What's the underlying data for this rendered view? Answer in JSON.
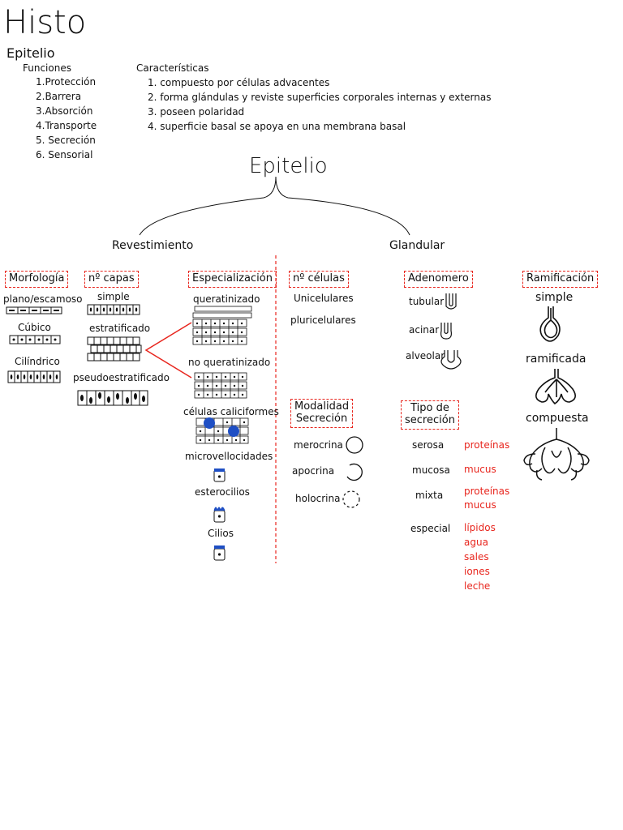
{
  "title": "Histo",
  "section": "Epitelio",
  "funciones": {
    "heading": "Funciones",
    "items": [
      "1.Protección",
      "2.Barrera",
      "3.Absorción",
      "4.Transporte",
      "5. Secreción",
      "6. Sensorial"
    ]
  },
  "caracteristicas": {
    "heading": "Características",
    "items": [
      "1. compuesto por células advacentes",
      "2. forma glándulas y reviste superficies corporales internas y externas",
      "3. poseen polaridad",
      "4. superficie basal se apoya en una membrana basal"
    ]
  },
  "diagram": {
    "root": "Epitelio",
    "left_branch": "Revestimiento",
    "right_branch": "Glandular"
  },
  "revestimiento": {
    "morfologia": {
      "label": "Morfología",
      "items": [
        "plano/escamoso",
        "Cúbico",
        "Cilíndrico"
      ]
    },
    "capas": {
      "label": "nº capas",
      "items": [
        "simple",
        "estratificado",
        "pseudoestratificado"
      ]
    },
    "especializacion": {
      "label": "Especialización",
      "items": [
        "queratinizado",
        "no queratinizado",
        "células caliciformes",
        "microvellocidades",
        "esterocilios",
        "Cilios"
      ]
    }
  },
  "glandular": {
    "celulas": {
      "label": "nº células",
      "items": [
        "Unicelulares",
        "pluricelulares"
      ]
    },
    "adenomero": {
      "label": "Adenomero",
      "items": [
        "tubular",
        "acinar",
        "alveolar"
      ]
    },
    "ramificacion": {
      "label": "Ramificación",
      "items": [
        "simple",
        "ramificada",
        "compuesta"
      ]
    },
    "modalidad": {
      "label_line1": "Modalidad",
      "label_line2": "Secreción",
      "items": [
        "merocrina",
        "apocrina",
        "holocrina"
      ]
    },
    "tipo": {
      "label_line1": "Tipo de",
      "label_line2": "secreción",
      "rows": [
        {
          "name": "serosa",
          "values": [
            "proteínas"
          ]
        },
        {
          "name": "mucosa",
          "values": [
            "mucus"
          ]
        },
        {
          "name": "mixta",
          "values": [
            "proteínas",
            "mucus"
          ]
        },
        {
          "name": "especial",
          "values": [
            "lípidos",
            "agua",
            "sales",
            "iones",
            "leche"
          ]
        }
      ]
    }
  },
  "colors": {
    "accent_red": "#e8261e",
    "cell_blue": "#1f4fc4",
    "ink": "#111111"
  }
}
